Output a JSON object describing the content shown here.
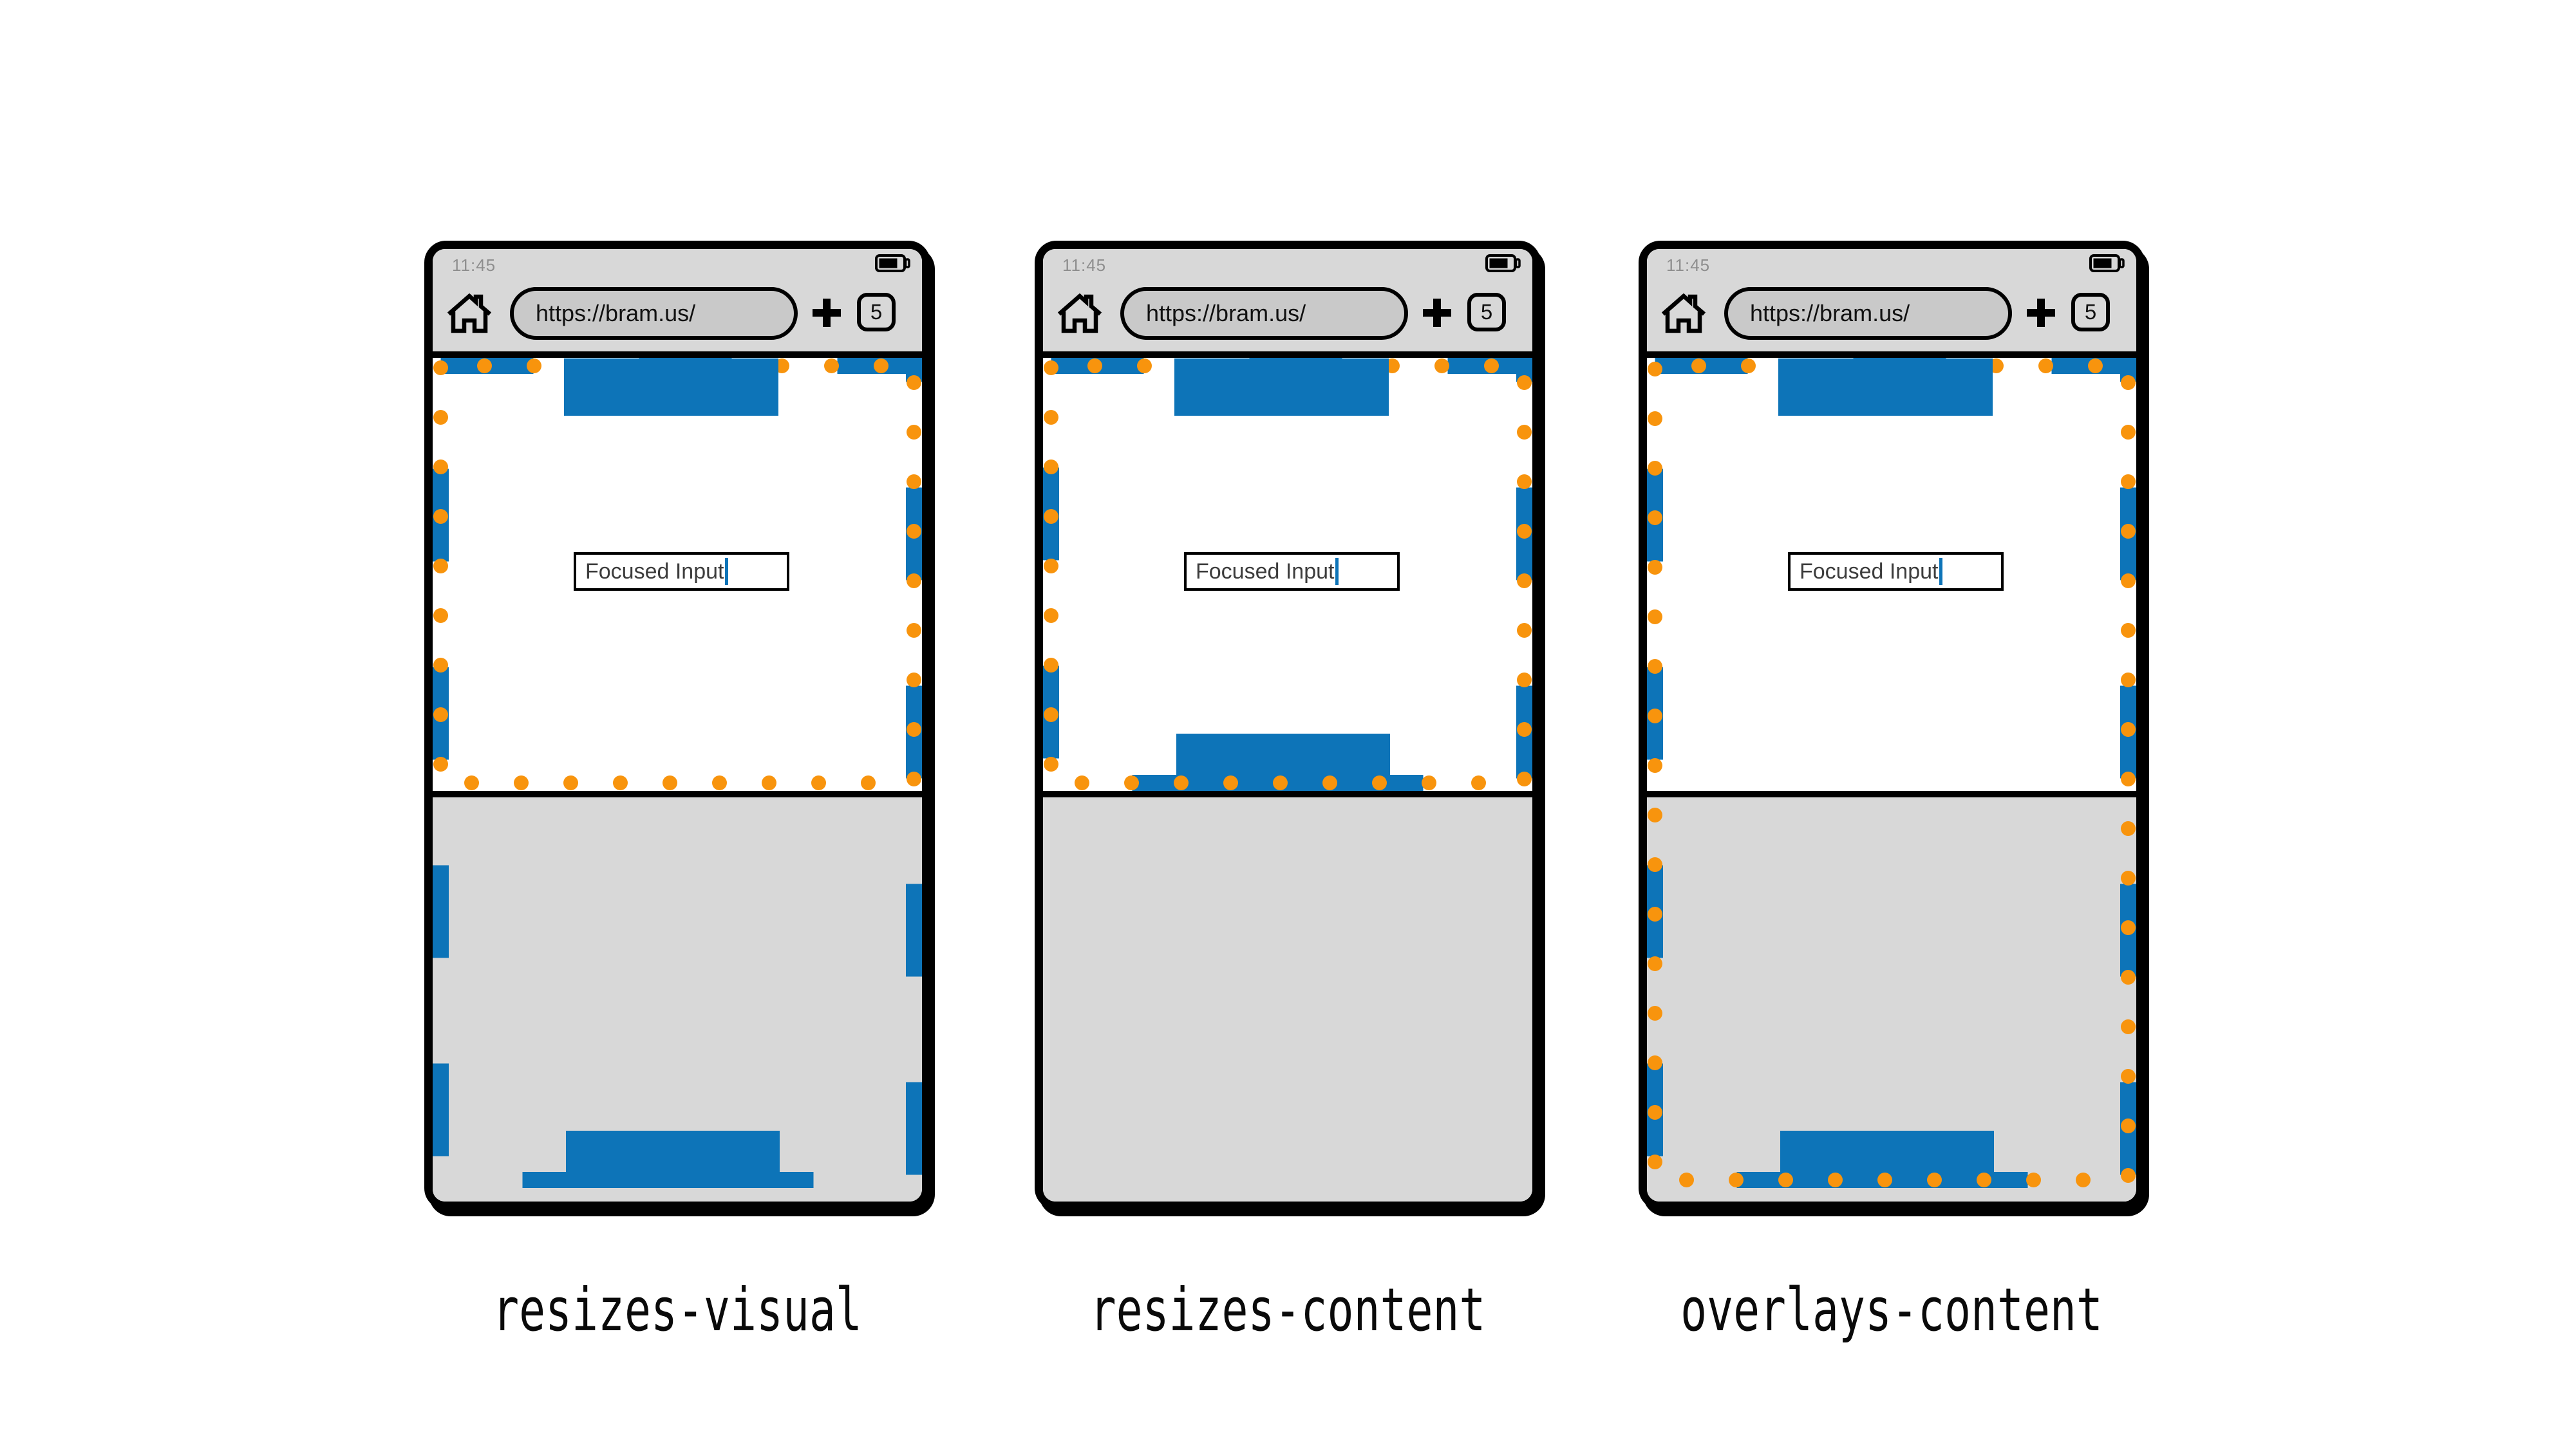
{
  "diagram": {
    "background": "#ffffff"
  },
  "colors": {
    "viewport_dash_blue": "#0d74b8",
    "visual_viewport_dot_orange": "#f8940d",
    "browser_chrome_gray": "#d8d8d8",
    "url_pill_gray": "#c9c9c9",
    "keyboard_gray": "#d8d8d8",
    "outline_black": "#000000",
    "status_text_gray": "#8e8e8e",
    "input_text_gray": "#3c3c3c"
  },
  "icons": {
    "home": "home-icon",
    "new_tab": "plus-icon",
    "battery": "battery-icon",
    "tab_counter": "tab-counter-box",
    "text_cursor": "text-cursor"
  },
  "phones": [
    {
      "label": "resizes-visual",
      "status_time": "11:45",
      "url": "https://bram.us/",
      "tab_count": "5",
      "input_value": "Focused Input"
    },
    {
      "label": "resizes-content",
      "status_time": "11:45",
      "url": "https://bram.us/",
      "tab_count": "5",
      "input_value": "Focused Input"
    },
    {
      "label": "overlays-content",
      "status_time": "11:45",
      "url": "https://bram.us/",
      "tab_count": "5",
      "input_value": "Focused Input"
    }
  ]
}
